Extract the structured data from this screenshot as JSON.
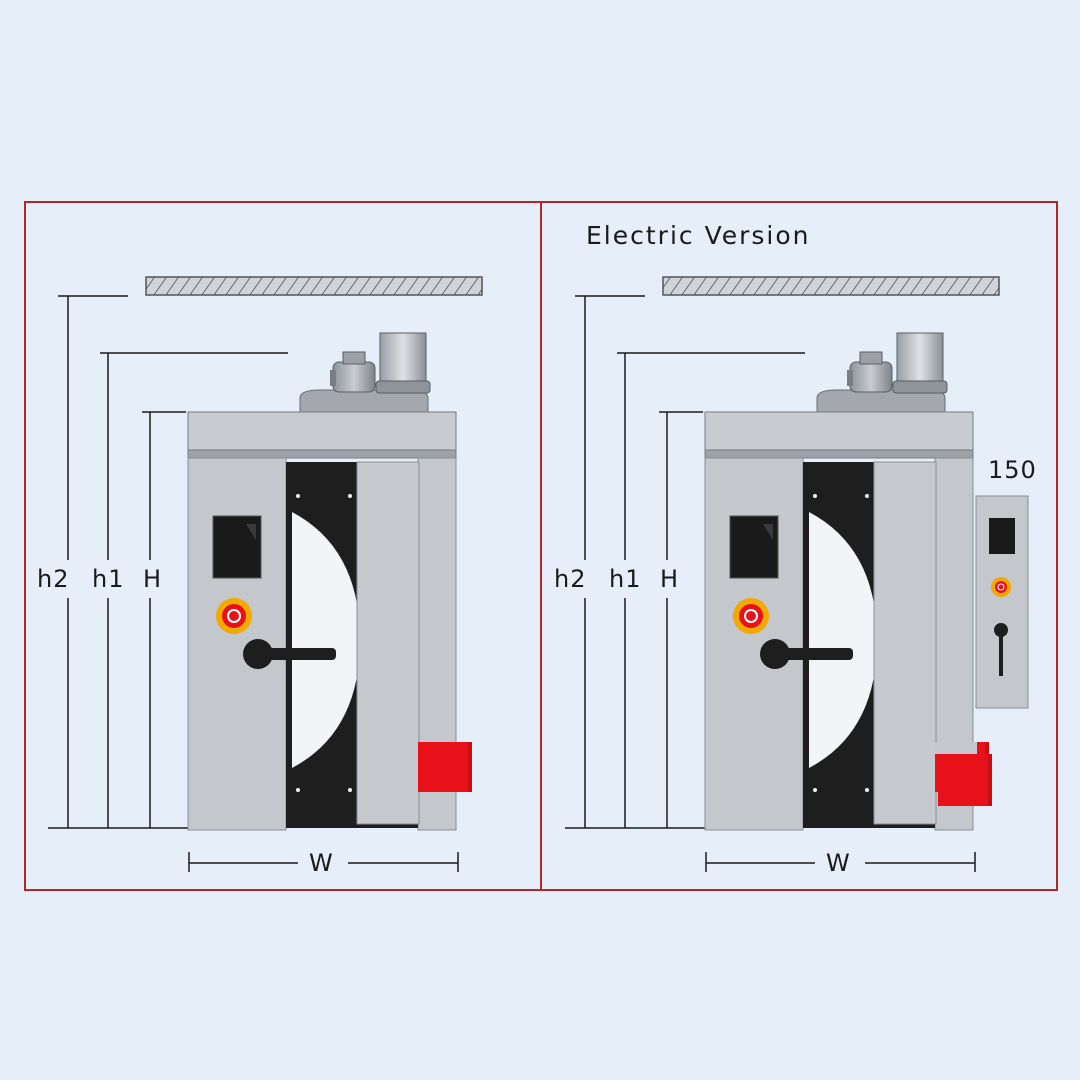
{
  "panels": [
    {
      "title": "",
      "dimensions": {
        "h2": "h2",
        "h1": "h1",
        "H": "H",
        "W": "W"
      }
    },
    {
      "title": "Electric Version",
      "dimensions": {
        "h2": "h2",
        "h1": "h1",
        "H": "H",
        "W": "W"
      },
      "side_panel_width": "150"
    }
  ],
  "colors": {
    "frame": "#b3262a",
    "background": "#e6eefa",
    "oven_body": "#c4c7cc",
    "door_dark": "#1e1e1e",
    "red_box": "#e8111a"
  },
  "icons": [
    "motor-icon",
    "exhaust-fan-icon",
    "emergency-stop-icon",
    "door-handle-icon",
    "control-screen-icon"
  ]
}
